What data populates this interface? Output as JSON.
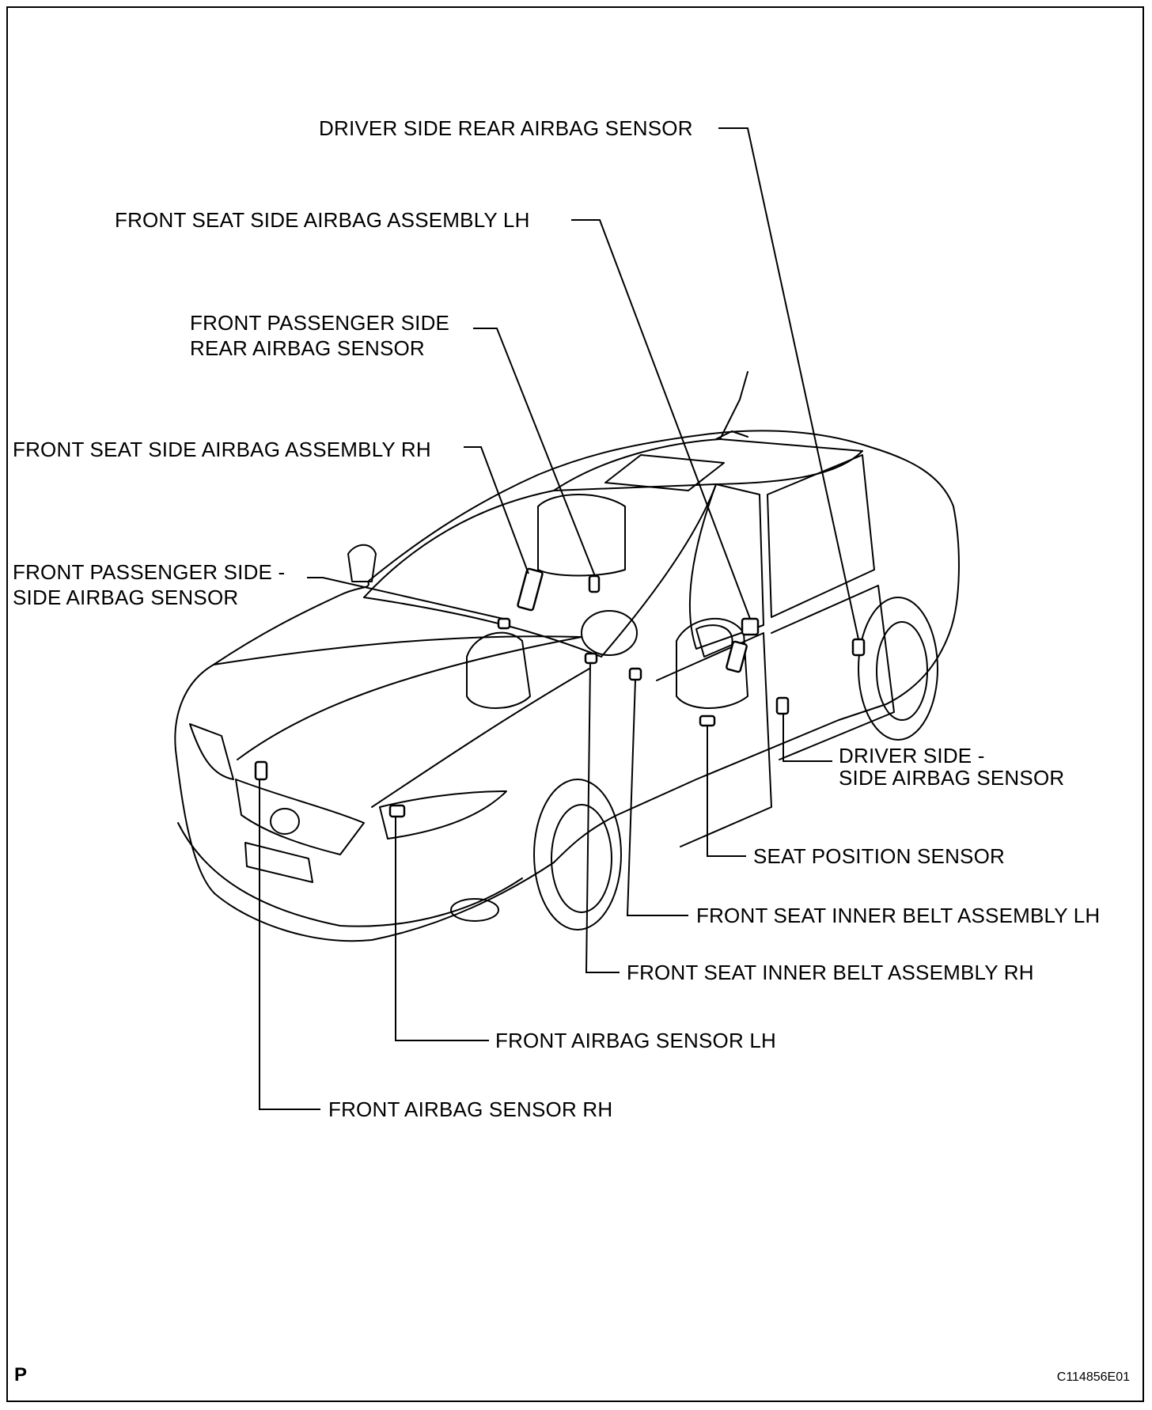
{
  "labels": {
    "driver_side_rear_airbag_sensor": "DRIVER SIDE REAR AIRBAG SENSOR",
    "front_seat_side_airbag_assembly_lh": "FRONT SEAT SIDE AIRBAG ASSEMBLY LH",
    "front_passenger_side_rear_airbag_sensor_l1": "FRONT PASSENGER SIDE",
    "front_passenger_side_rear_airbag_sensor_l2": "REAR AIRBAG SENSOR",
    "front_seat_side_airbag_assembly_rh": "FRONT SEAT SIDE AIRBAG ASSEMBLY RH",
    "front_passenger_side_side_airbag_sensor_l1": "FRONT PASSENGER SIDE -",
    "front_passenger_side_side_airbag_sensor_l2": "SIDE AIRBAG SENSOR",
    "driver_side_side_airbag_sensor_l1": "DRIVER SIDE -",
    "driver_side_side_airbag_sensor_l2": "SIDE AIRBAG SENSOR",
    "seat_position_sensor": "SEAT POSITION SENSOR",
    "front_seat_inner_belt_assembly_lh": "FRONT SEAT INNER BELT ASSEMBLY LH",
    "front_seat_inner_belt_assembly_rh": "FRONT SEAT INNER BELT ASSEMBLY RH",
    "front_airbag_sensor_lh": "FRONT AIRBAG SENSOR LH",
    "front_airbag_sensor_rh": "FRONT AIRBAG SENSOR RH"
  },
  "corner": {
    "left": "P",
    "right": "C114856E01"
  }
}
